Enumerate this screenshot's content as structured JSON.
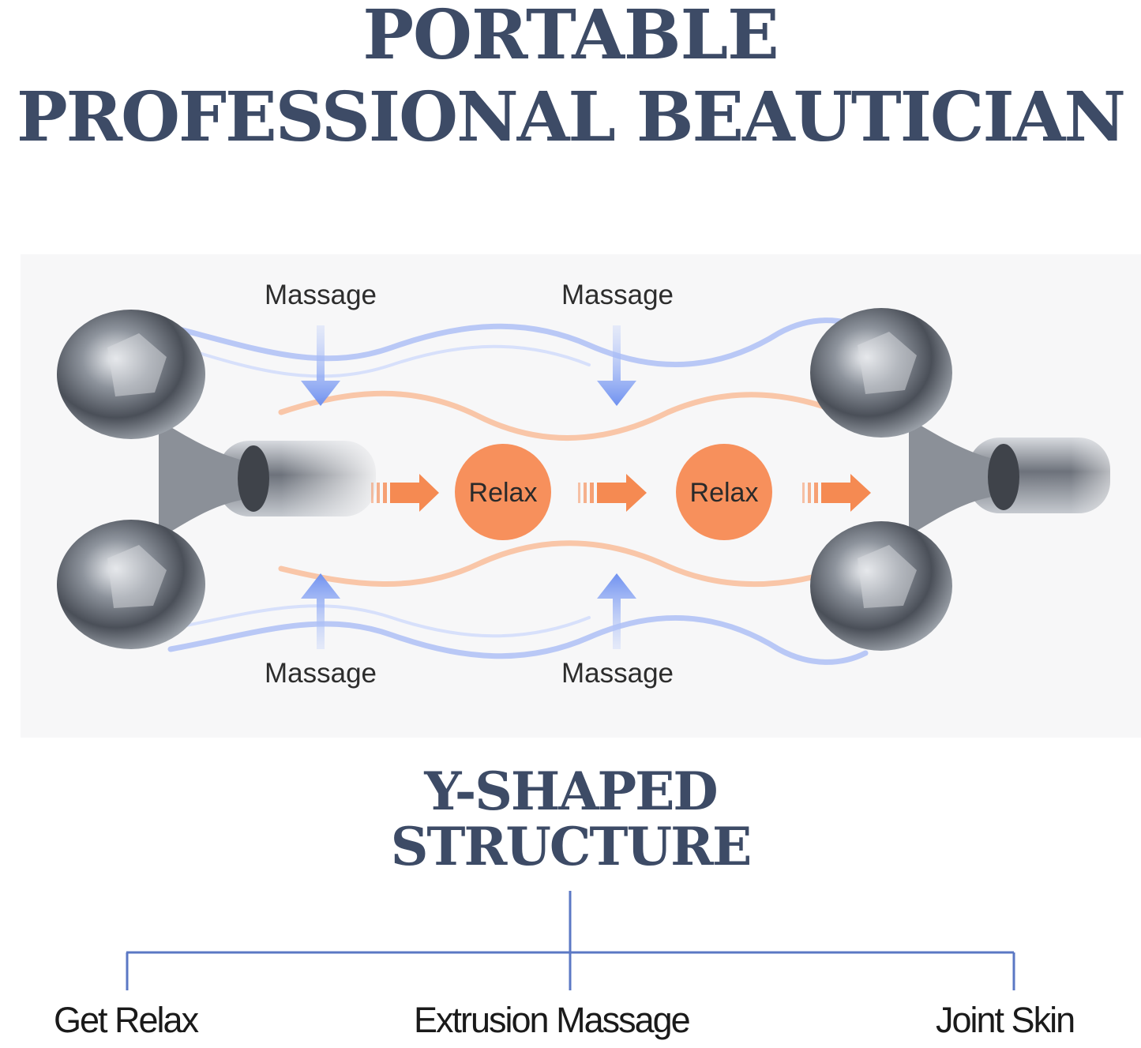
{
  "headline": {
    "line1": "PORTABLE",
    "line2": "PROFESSIONAL BEAUTICIAN"
  },
  "diagram": {
    "massage_labels": [
      "Massage",
      "Massage",
      "Massage",
      "Massage"
    ],
    "relax_labels": [
      "Relax",
      "Relax"
    ],
    "colors": {
      "relax_circle": "#f7905c",
      "flow_arrow": "#f58a52",
      "massage_arrow": "#7f9ff2",
      "wave_blue": "#b9c8f6",
      "wave_orange": "#f9c6a8"
    }
  },
  "structure": {
    "title_line1": "Y-SHAPED",
    "title_line2": "STRUCTURE",
    "branches": [
      "Get Relax",
      "Extrusion Massage",
      "Joint Skin"
    ],
    "line_color": "#5b78c4"
  }
}
